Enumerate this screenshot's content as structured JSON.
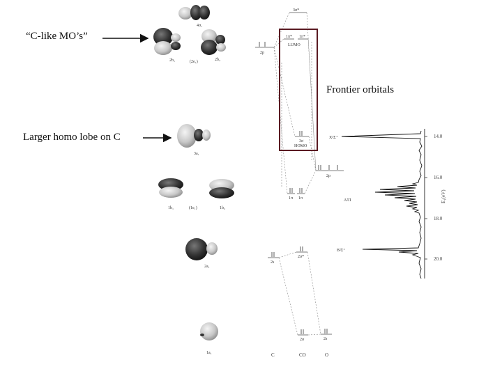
{
  "annotations": {
    "c_like": "“C-like MO’s”",
    "homo_lobe": "Larger homo lobe on C",
    "frontier": "Frontier orbitals"
  },
  "orbital_pictures": {
    "o4": "4σ₁",
    "o2b1": "2b₁",
    "o2e1": "(2e₁)",
    "o2b2": "2b₂",
    "o3a1": "3a₁",
    "o1b1": "1b₁",
    "o1e1": "(1e₁)",
    "o1b2": "1b₂",
    "o2a1": "2a₁",
    "o1a1": "1a₁"
  },
  "mo_diagram": {
    "sigma3star": "3σ*",
    "pi_star_a": "1π*",
    "pi_star_b": "1π*",
    "lumo": "LUMO",
    "sigma3": "3σ",
    "homo": "HOMO",
    "pi1a": "1π",
    "pi1b": "1π",
    "c2p": "2p",
    "o2p": "2p",
    "sigma2star": "2σ*",
    "c2s": "2s",
    "sigma2": "2σ",
    "o2s": "2s",
    "col_c": "C",
    "col_co": "CO",
    "col_o": "O"
  },
  "spectrum": {
    "state_x": "X²Σ⁺",
    "state_a": "A²Π",
    "state_b": "B²Σ⁺",
    "ticks": [
      "14.0",
      "16.0",
      "18.0",
      "20.0"
    ],
    "axis_label": "E₁(eV)"
  }
}
